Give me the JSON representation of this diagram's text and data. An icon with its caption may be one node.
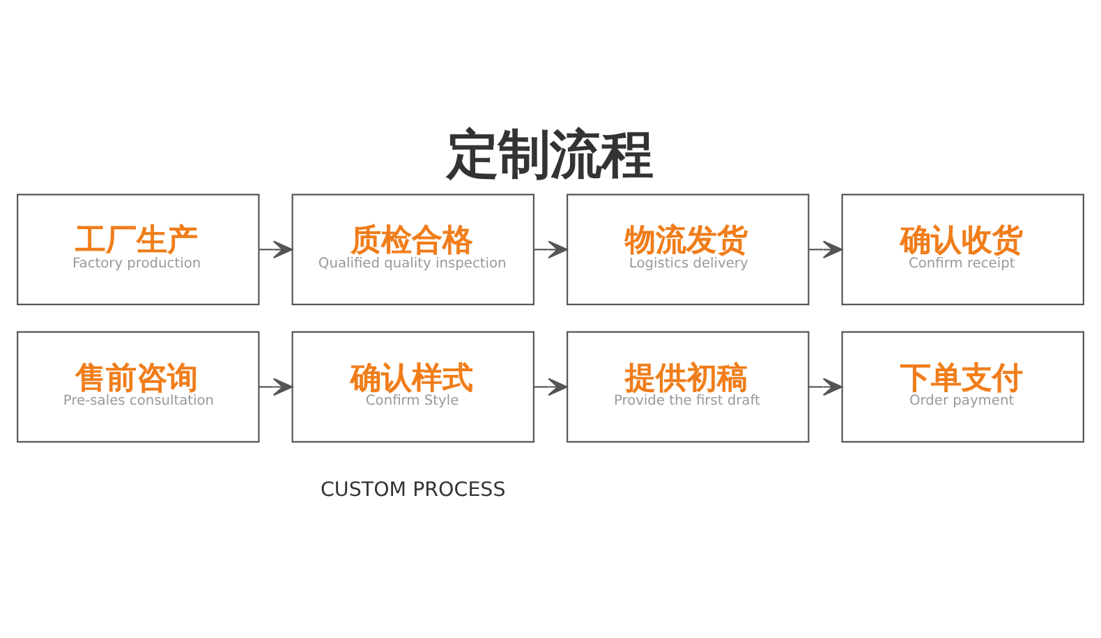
{
  "diagram": {
    "title": "定制流程",
    "nodes": [
      {
        "text": [
          "售前咨询",
          "Pre-sales consultation"
        ]
      },
      {
        "text": [
          "确认样式",
          "Confirm Style"
        ]
      },
      {
        "text": [
          "提供初稿",
          "Provide the first draft"
        ]
      },
      {
        "text": [
          "下单支付",
          "Order payment"
        ]
      },
      {
        "text": [
          "工厂生产",
          "Factory production"
        ]
      },
      {
        "text": [
          "质检合格",
          "Qualified quality inspection"
        ]
      },
      {
        "text": [
          "物流发货",
          "Logistics delivery"
        ]
      },
      {
        "text": [
          "确认收货",
          "Confirm receipt"
        ]
      }
    ],
    "edges": [
      {
        "from": 0,
        "to": 1,
        "arrow": "to"
      },
      {
        "from": 1,
        "to": 2,
        "arrow": "to"
      },
      {
        "from": 2,
        "to": 3,
        "arrow": "to"
      },
      {
        "from": 4,
        "to": 5,
        "arrow": "to"
      },
      {
        "from": 5,
        "to": 6,
        "arrow": "to"
      },
      {
        "from": 6,
        "to": 7,
        "arrow": "to"
      }
    ],
    "labels": [
      "CUSTOM PROCESS"
    ]
  }
}
